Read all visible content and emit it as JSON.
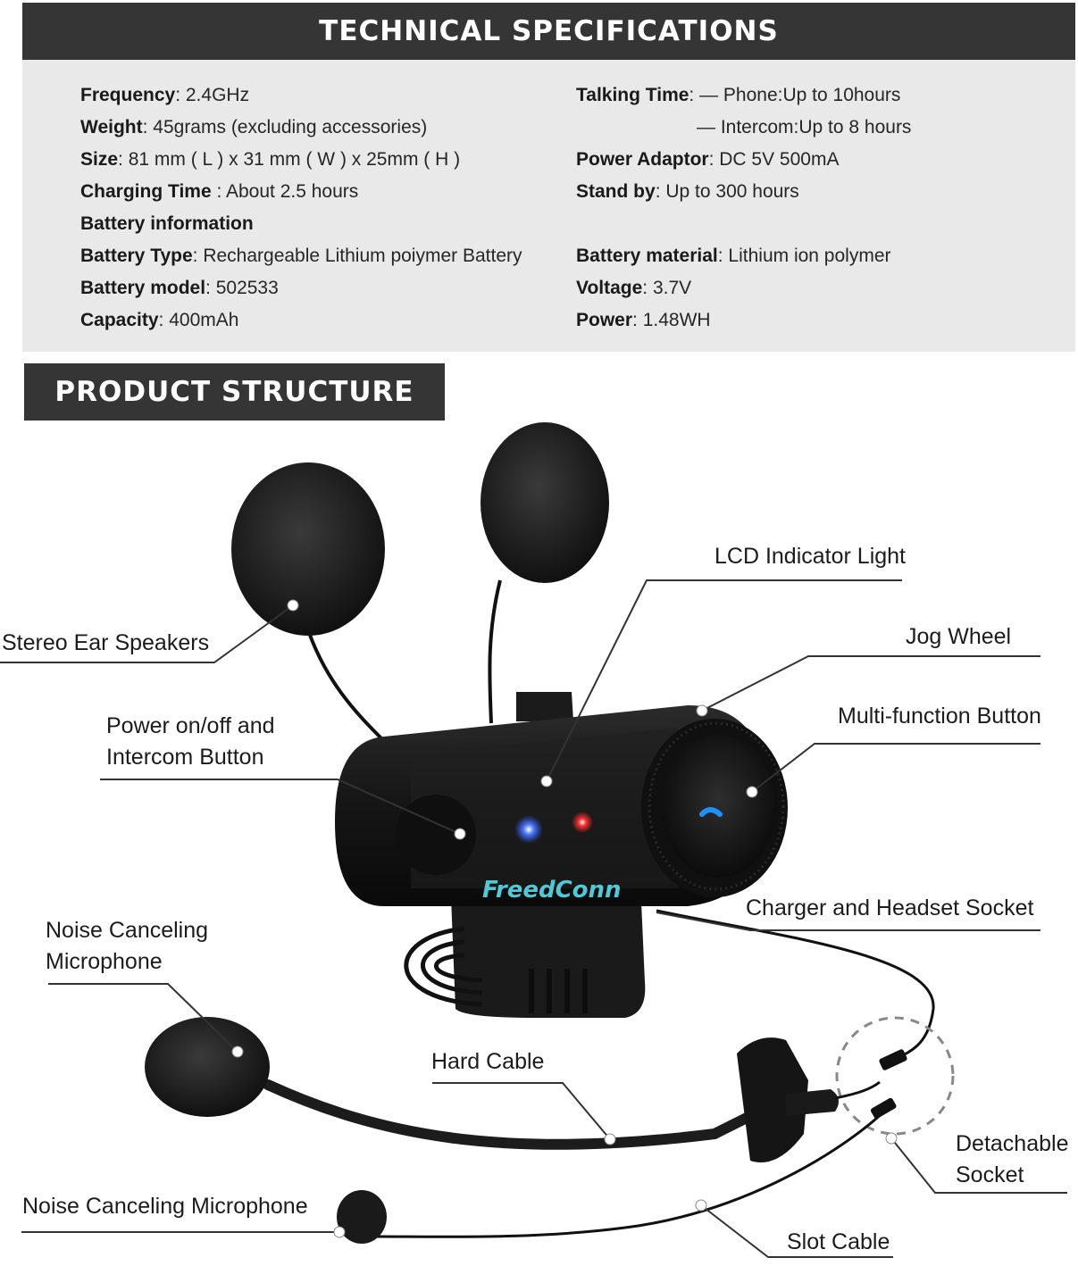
{
  "tech": {
    "title": "TECHNICAL SPECIFICATIONS",
    "left": [
      {
        "label": "Frequency",
        "sep": ": ",
        "value": "2.4GHz"
      },
      {
        "label": "Weight",
        "sep": ": ",
        "value": "45grams (excluding accessories)"
      },
      {
        "label": "Size",
        "sep": ": ",
        "value": "81 mm ( L ) x 31 mm ( W ) x 25mm ( H )"
      },
      {
        "label": "Charging Time",
        "sep": " : ",
        "value": "About 2.5 hours"
      },
      {
        "label": "Battery information",
        "sep": "",
        "value": ""
      },
      {
        "label": "Battery Type",
        "sep": ": ",
        "value": "Rechargeable Lithium poiymer Battery"
      },
      {
        "label": "Battery model",
        "sep": ": ",
        "value": "502533"
      },
      {
        "label": "Capacity",
        "sep": ": ",
        "value": "400mAh"
      }
    ],
    "right": [
      {
        "label": "Talking Time",
        "sep": ": ",
        "value": "— Phone:Up to 10hours"
      },
      {
        "label": "",
        "sep": "",
        "value": "— Intercom:Up to 8 hours"
      },
      {
        "label": "Power Adaptor",
        "sep": ": ",
        "value": "DC 5V 500mA"
      },
      {
        "label": "Stand by",
        "sep": ": ",
        "value": "Up to 300 hours"
      },
      {
        "label": "Battery material",
        "sep": ": ",
        "value": "Lithium ion polymer"
      },
      {
        "label": "Voltage",
        "sep": ": ",
        "value": "3.7V"
      },
      {
        "label": "Power",
        "sep": ": ",
        "value": "1.48WH"
      }
    ]
  },
  "structure": {
    "title": "PRODUCT STRUCTURE",
    "brand_logo": "FreedConn",
    "callouts": {
      "stereo_ear_speakers": "Stereo Ear Speakers",
      "lcd_indicator_light": "LCD Indicator Light",
      "jog_wheel": "Jog Wheel",
      "multi_function_button": "Multi-function Button",
      "power_button_line1": "Power on/off and",
      "power_button_line2": "Intercom Button",
      "charger_socket": "Charger and Headset Socket",
      "mic_top_line1": "Noise Canceling",
      "mic_top_line2": "Microphone",
      "hard_cable": "Hard Cable",
      "detachable_line1": "Detachable",
      "detachable_line2": "Socket",
      "mic_bottom": "Noise Canceling Microphone",
      "slot_cable": "Slot Cable"
    }
  },
  "colors": {
    "banner": "#353535",
    "panel": "#e9e9e9",
    "led_blue": "#2a55ff",
    "led_red": "#ff2a2a",
    "logo_teal": "#4fc9d6",
    "call_icon": "#1e90ff"
  }
}
